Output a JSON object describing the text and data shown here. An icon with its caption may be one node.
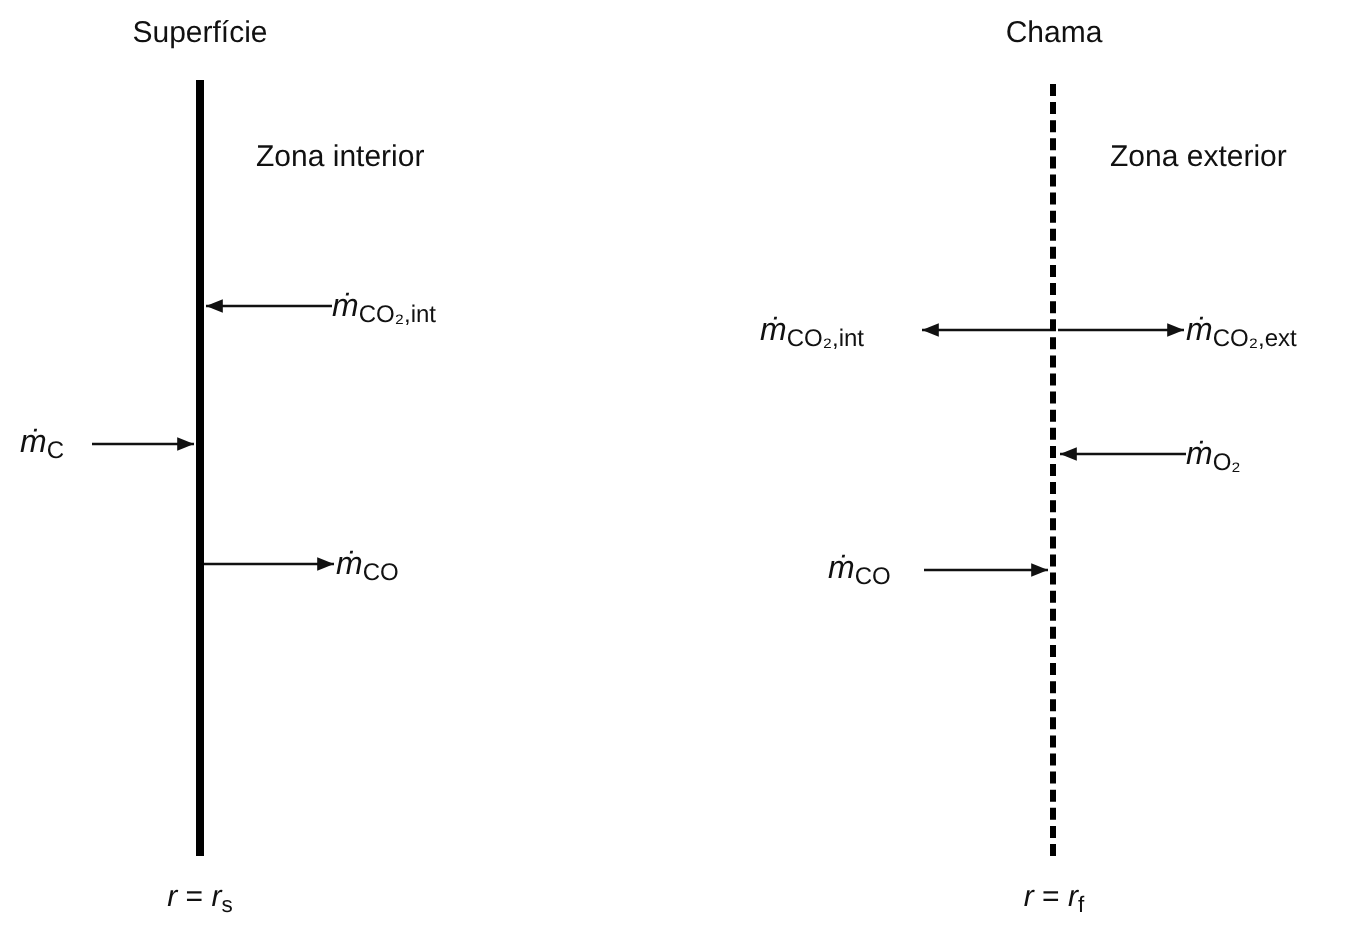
{
  "diagram": {
    "nodes": [
      {
        "text": [],
        "shape": "bar",
        "beside": [
          "Superfície",
          "*r* = *r*$_{s}$"
        ]
      },
      {
        "text": [],
        "shape": "bar",
        "beside": [
          "Chama",
          "*r* = *r*$_{f}$"
        ]
      },
      {
        "text": [
          "*ṁ*$_{C}$"
        ]
      },
      {
        "text": [
          "*ṁ*$_{CO₂,int}$"
        ]
      },
      {
        "text": [
          "*ṁ*$_{CO}$"
        ]
      },
      {
        "text": [
          "*ṁ*$_{CO₂,int}$"
        ]
      },
      {
        "text": [
          "*ṁ*$_{CO₂,ext}$"
        ]
      },
      {
        "text": [
          "*ṁ*$_{O₂}$"
        ]
      },
      {
        "text": [
          "*ṁ*$_{CO}$"
        ]
      }
    ],
    "edges": [
      {
        "from": 2,
        "to": 0,
        "arrow": "to"
      },
      {
        "from": 3,
        "to": 0,
        "arrow": "to"
      },
      {
        "from": 0,
        "to": 4,
        "arrow": "to"
      },
      {
        "from": 1,
        "to": 5,
        "arrow": "to"
      },
      {
        "from": 1,
        "to": 6,
        "arrow": "to"
      },
      {
        "from": 7,
        "to": 1,
        "arrow": "to"
      },
      {
        "from": 8,
        "to": 1,
        "arrow": "to"
      }
    ],
    "labels": [
      "Zona interior",
      "Zona exterior"
    ]
  }
}
